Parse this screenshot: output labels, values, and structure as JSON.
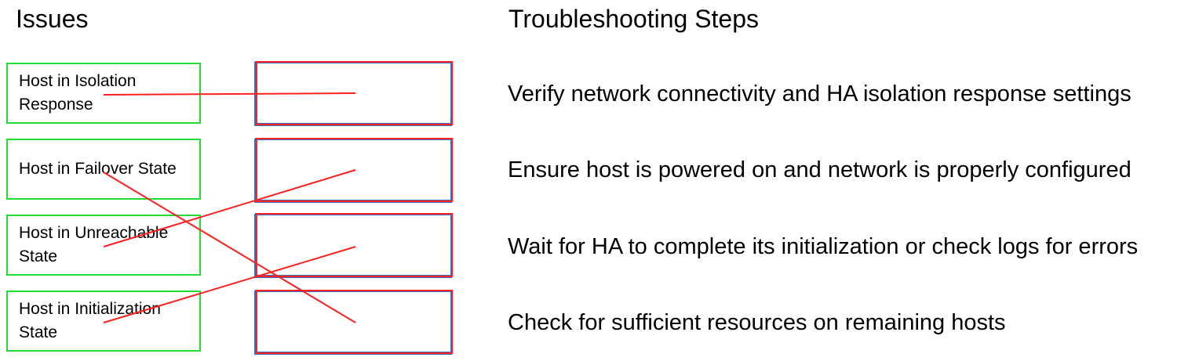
{
  "headings": {
    "issues": "Issues",
    "steps": "Troubleshooting Steps"
  },
  "issues": [
    "Host in Isolation Response",
    "Host in Failover State",
    "Host in Unreachable State",
    "Host in Initialization State"
  ],
  "steps": [
    "Verify network connectivity and HA isolation response settings",
    "Ensure host is powered on and network is properly configured",
    "Wait for HA to complete its initialization or check logs for errors",
    "Check for sufficient resources on remaining hosts"
  ],
  "connections": [
    {
      "issue": 0,
      "target": 0
    },
    {
      "issue": 1,
      "target": 3
    },
    {
      "issue": 2,
      "target": 1
    },
    {
      "issue": 3,
      "target": 2
    }
  ],
  "colors": {
    "issue_border": "#22dd33",
    "target_border": "#ff2020",
    "connector": "#ff2020"
  }
}
